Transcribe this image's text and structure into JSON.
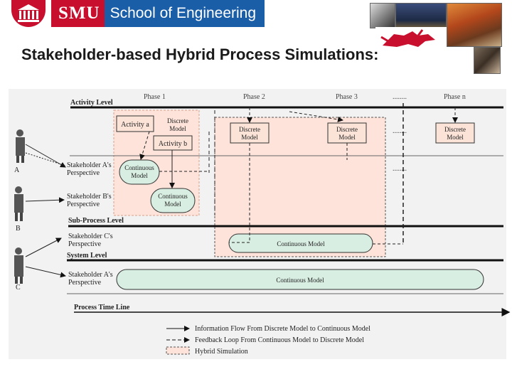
{
  "header": {
    "logo_smu": "SMU",
    "logo_school": "School of Engineering",
    "photos": [
      "portrait-photo",
      "campus-photo",
      "mustang-logo",
      "autumn-photo",
      "hand-photo"
    ]
  },
  "title": "Stakeholder-based Hybrid Process Simulations:",
  "diagram": {
    "phases": [
      "Phase 1",
      "Phase 2",
      "Phase 3",
      "........",
      "Phase n"
    ],
    "levels": {
      "activity": "Activity Level",
      "subprocess": "Sub-Process Level",
      "system": "System Level"
    },
    "stakeholders": [
      {
        "letter": "A",
        "perspective_line1": "Stakeholder A's",
        "perspective_line2": "Perspective"
      },
      {
        "letter": "B",
        "perspective_line1": "Stakeholder B's",
        "perspective_line2": "Perspective"
      },
      {
        "letter": "C",
        "perspective_line1": "Stakeholder C's",
        "perspective_line2": "Perspective"
      }
    ],
    "system_perspective_line1": "Stakeholder A's",
    "system_perspective_line2": "Perspective",
    "activity_a": "Activity a",
    "activity_b": "Activity b",
    "discrete_model_line1": "Discrete",
    "discrete_model_line2": "Model",
    "continuous_model_line1": "Continuous",
    "continuous_model_line2": "Model",
    "continuous_model_wide": "Continuous Model",
    "dots": "........",
    "timeline": "Process Time Line",
    "legend": [
      "Information Flow From Discrete Model to Continuous Model",
      "Feedback Loop From Continuous Model to Discrete Model",
      "Hybrid Simulation"
    ],
    "colors": {
      "hybrid_fill": "#fde3d9",
      "model_fill": "#d9eee3",
      "discrete_fill": "#fbe3d8",
      "line": "#111111"
    }
  }
}
